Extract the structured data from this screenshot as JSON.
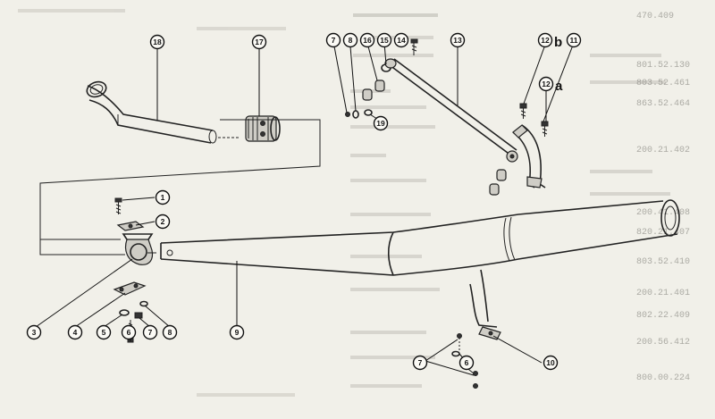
{
  "callouts": {
    "c1": "1",
    "c2": "2",
    "c3": "3",
    "c4": "4",
    "c5": "5",
    "c6": "6",
    "c7a": "7",
    "c8a": "8",
    "c9": "9",
    "c18": "18",
    "c17": "17",
    "c7b": "7",
    "c8b": "8",
    "c16": "16",
    "c15": "15",
    "c14": "14",
    "c19": "19",
    "c13": "13",
    "c12b": "12",
    "c11": "11",
    "c12a": "12",
    "c7c": "7",
    "c6b": "6",
    "c10": "10"
  },
  "letters": {
    "b": "b",
    "a": "a"
  },
  "background": {
    "part_numbers": [
      "470.409",
      "801.52.130",
      "803.52.461",
      "863.52.464",
      "200.21.402",
      "200.41.408",
      "820.21.407",
      "803.52.410",
      "200.21.401",
      "802.22.409",
      "200.56.412",
      "800.00.224"
    ]
  },
  "colors": {
    "ink": "#222222",
    "paper": "#f1f0e9",
    "bleed_text": "#8e8d86"
  }
}
